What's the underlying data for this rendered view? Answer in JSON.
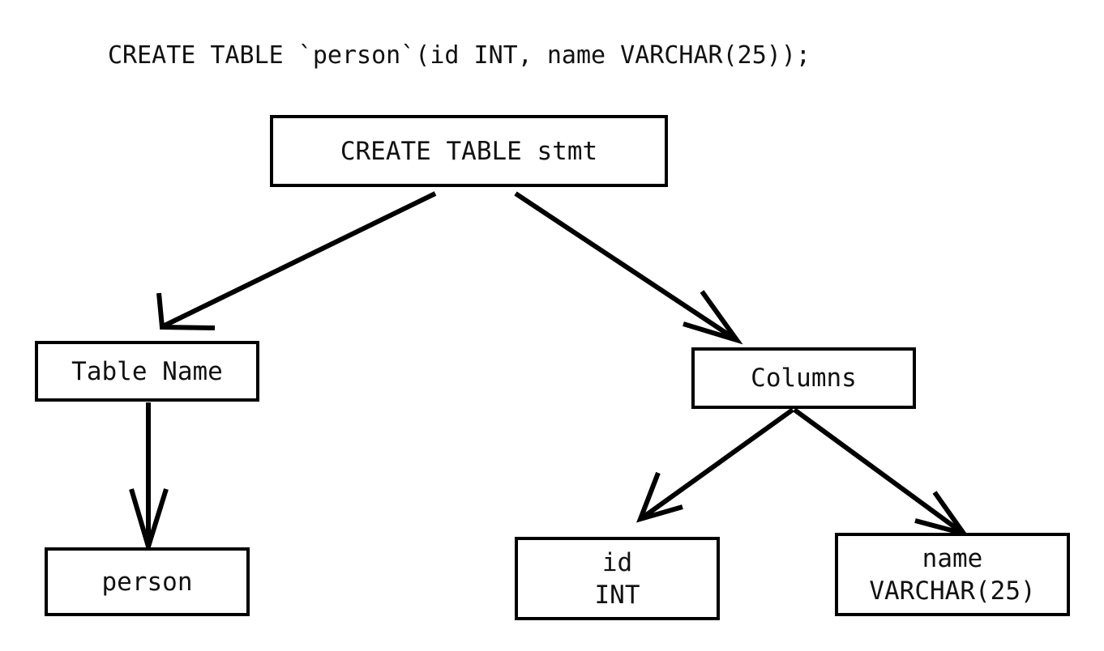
{
  "diagram": {
    "type": "parse-tree",
    "title": "CREATE TABLE `person`(id INT, name VARCHAR(25));",
    "colors": {
      "stroke": "#000000",
      "text": "#111111",
      "background": "#ffffff"
    },
    "nodes": [
      {
        "id": "root",
        "label": "CREATE TABLE stmt",
        "line1": "CREATE TABLE stmt",
        "line2": ""
      },
      {
        "id": "tablename",
        "label": "Table Name",
        "line1": "Table Name",
        "line2": ""
      },
      {
        "id": "columns",
        "label": "Columns",
        "line1": "Columns",
        "line2": ""
      },
      {
        "id": "person",
        "label": "person",
        "line1": "person",
        "line2": ""
      },
      {
        "id": "col_id",
        "label": "id INT",
        "line1": "id",
        "line2": "INT"
      },
      {
        "id": "col_name",
        "label": "name VARCHAR(25)",
        "line1": "name",
        "line2": "VARCHAR(25)"
      }
    ],
    "edges": [
      {
        "from": "root",
        "to": "tablename"
      },
      {
        "from": "root",
        "to": "columns"
      },
      {
        "from": "tablename",
        "to": "person"
      },
      {
        "from": "columns",
        "to": "col_id"
      },
      {
        "from": "columns",
        "to": "col_name"
      }
    ]
  }
}
